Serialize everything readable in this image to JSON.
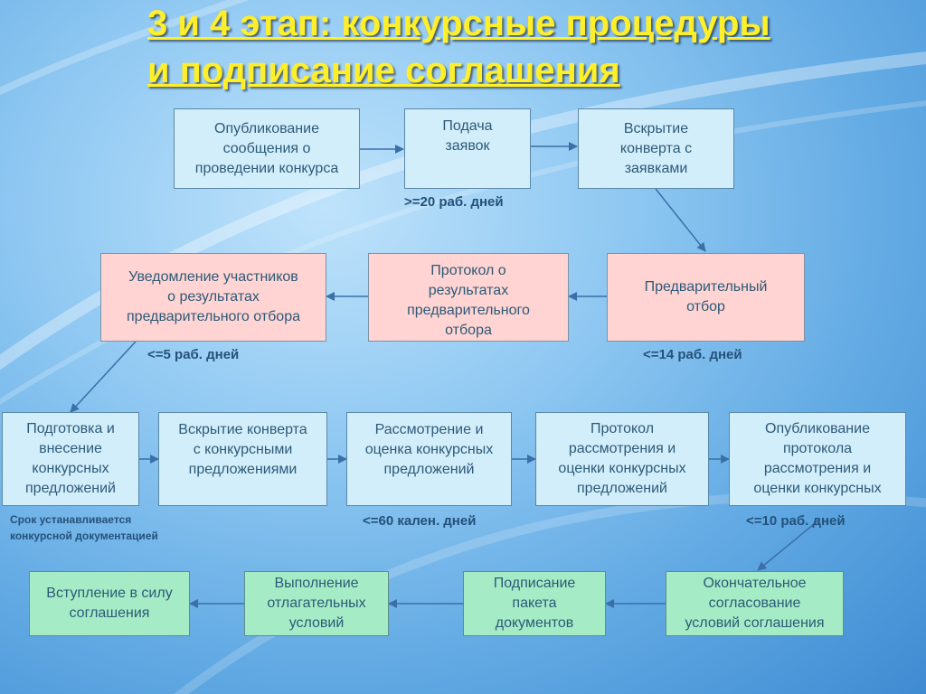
{
  "title": "3 и 4 этап: конкурсные процедуры\nи подписание соглашения",
  "row1": [
    "Опубликование\nсообщения о\nпроведении конкурса",
    "Подача\nзаявок",
    "Вскрытие\nконверта с\nзаявками"
  ],
  "note1": ">=20 раб. дней",
  "row2": [
    "Уведомление участников\nо результатах\nпредварительного отбора",
    "Протокол о\nрезультатах\nпредварительного\nотбора",
    "Предварительный\nотбор"
  ],
  "note2a": "<=5 раб. дней",
  "note2b": "<=14 раб. дней",
  "row3": [
    "Подготовка и\nвнесение\nконкурсных\nпредложений",
    "Вскрытие конверта\nс конкурсными\nпредложениями",
    "Рассмотрение и\nоценка конкурсных\nпредложений",
    "Протокол\nрассмотрения и\nоценки конкурсных\nпредложений",
    "Опубликование\nпротокола\nрассмотрения и\nоценки конкурсных"
  ],
  "note3a": "Срок устанавливается\nконкурсной документацией",
  "note3b": "<=60 кален. дней",
  "note3c": "<=10 раб. дней",
  "row4": [
    "Вступление в силу\nсоглашения",
    "Выполнение\nотлагательных\nусловий",
    "Подписание\nпакета\nдокументов",
    "Окончательное\nсогласование\nусловий соглашения"
  ],
  "colors": {
    "title": "#ffef2a",
    "box_blue": "#d3eefb",
    "box_pink": "#ffd4d2",
    "box_green": "#a5ecc6",
    "arrow": "#3a6fa8",
    "note": "#24517a"
  }
}
